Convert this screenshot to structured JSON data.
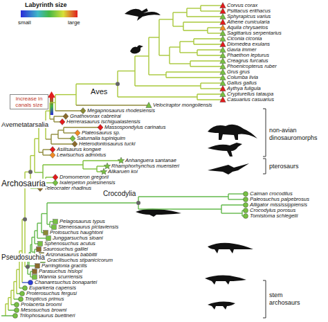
{
  "diagram": {
    "labels": [
      "Corvus corax",
      "Psittacus erithacus",
      "Sphyrapicus varius",
      "Athene cunicularia",
      "Aquila chrysaetos",
      "Sagittarius serpentarius",
      "Ciconia ciconia",
      "Diomedea exulans",
      "Gavia immer",
      "Phaethon lepturus",
      "Creagrus furcatus",
      "Phoenicopterus ruber",
      "Grus grus",
      "Columba livia",
      "Gallus gallus",
      "Aythya fuligula",
      "Crypturellus tataupa",
      "Casuarius casuarius",
      "Velociraptor mongoliensis",
      "Megapnosaurus rhodesiensis",
      "Gnathovorax cabreirai",
      "Herrerasaurus ischigualastensis",
      "Massospondylus carinatus",
      "Plateosaurus sp.",
      "Saturnalia tupiniquim",
      "Heterodontosaurus tucki",
      "Asilisaurus kongwe",
      "Lewisuchus admixtus",
      "Anhanguera santanae",
      "Rhamphorhynchus muensteri",
      "Allkaruen koi",
      "Dromomeron gregorii",
      "Ixalerpeton polesinensis",
      "Teleocrater rhadinus",
      "Caiman crocodilus",
      "Paleosuchus palpebrosus",
      "Alligator mississippiensis",
      "Crocodylus porosus",
      "Tomistoma schlegelii",
      "Pelagosaurus typus",
      "Steneosaurus pictaviensis",
      "Protosuchus haughtoni",
      "Junggarsuchus sloani",
      "Sphenosuchus acutus",
      "Saurosuchus galilei",
      "Arizonasaurus babbitti",
      "Gracilisuchus stipanicicorum",
      "Parringtonia gracilis",
      "Parasuchus hislopi",
      "Wannia scurriensis",
      "Chanaresuchus bonapartei",
      "Euparkeria capensis",
      "Proterosuchus fergusi",
      "Triopticus primus",
      "Prolacerta broomi",
      "Mesosuchus browni",
      "Trilophosaurus buettneri",
      "Labyrinth size",
      "small",
      "large",
      "increase in canals size",
      "Aves",
      "Avemetatarsalia",
      "Archosauria",
      "Crocodylia",
      "Pseudosuchia",
      "non-avian dinosauromorphs",
      "pterosaurs",
      "stem archosaurs"
    ]
  }
}
